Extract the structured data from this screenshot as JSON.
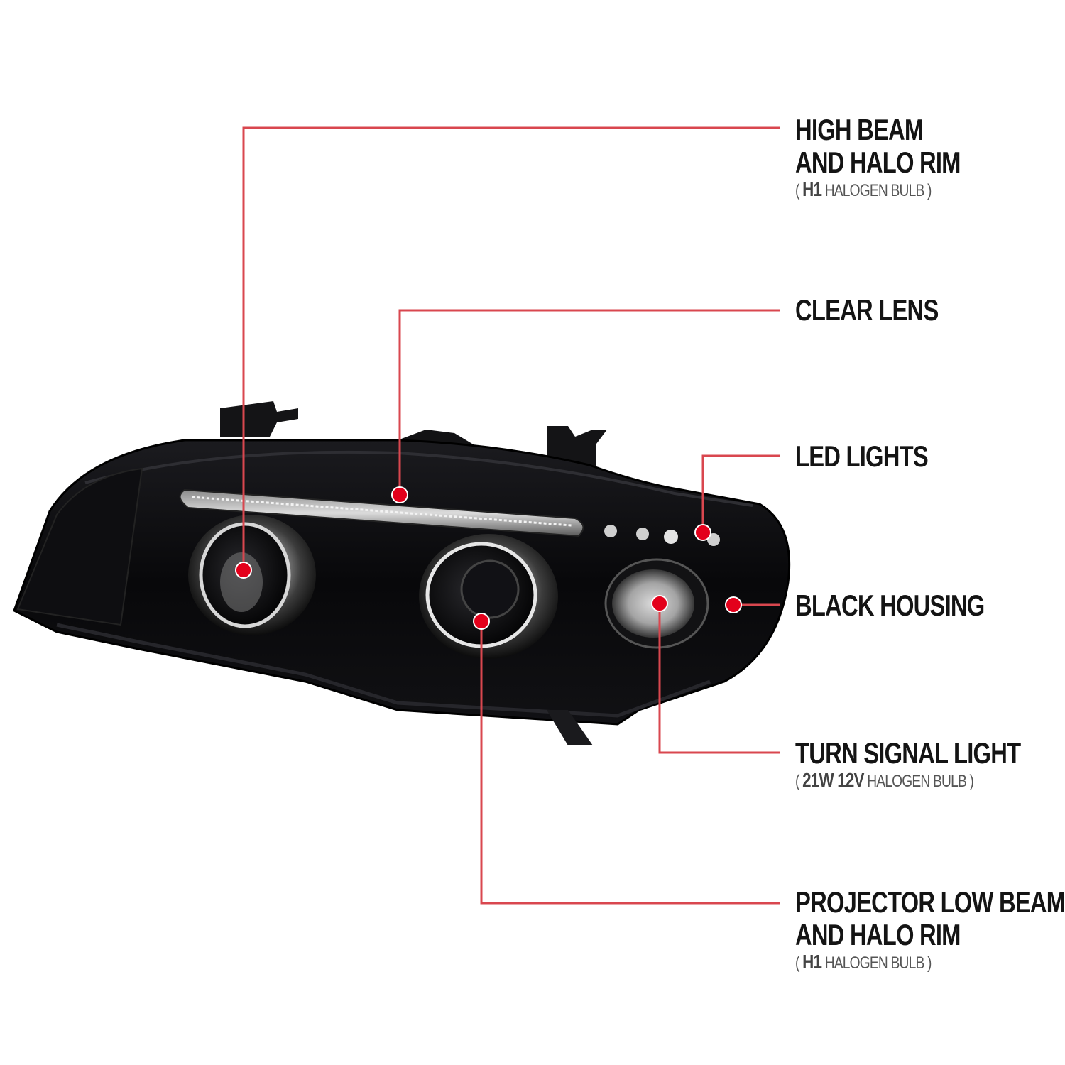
{
  "callouts": {
    "high_beam": {
      "line1": "HIGH BEAM",
      "line2": "AND HALO RIM",
      "note_open": "( ",
      "note_strong": "H1",
      "note_rest": " HALOGEN BULB )"
    },
    "clear_lens": {
      "line1": "CLEAR LENS"
    },
    "led_lights": {
      "line1": "LED LIGHTS"
    },
    "black_housing": {
      "line1": "BLACK HOUSING"
    },
    "turn_signal": {
      "line1": "TURN SIGNAL LIGHT",
      "note_open": "( ",
      "note_strong": "21W 12V",
      "note_rest": " HALOGEN BULB )"
    },
    "projector_low_beam": {
      "line1": "PROJECTOR LOW BEAM",
      "line2": "AND HALO RIM",
      "note_open": "( ",
      "note_strong": "H1",
      "note_rest": " HALOGEN BULB )"
    }
  },
  "colors": {
    "leader_line": "#d9474f",
    "marker": "#e3001b",
    "housing": "#0c0c0e",
    "text": "#141414"
  }
}
